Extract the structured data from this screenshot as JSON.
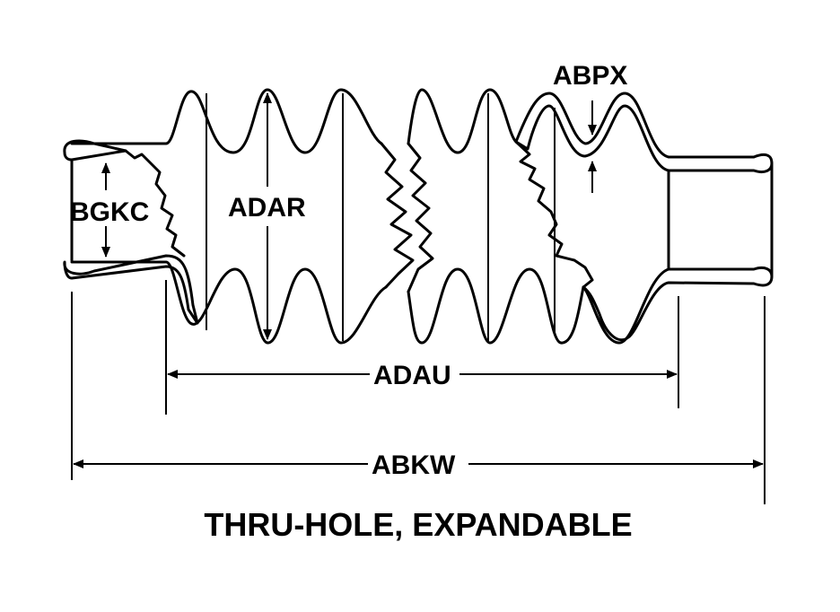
{
  "labels": {
    "bgkc": "BGKC",
    "adar": "ADAR",
    "abpx": "ABPX",
    "adau": "ADAU",
    "abkw": "ABKW"
  },
  "caption": "THRU-HOLE, EXPANDABLE",
  "colors": {
    "ink": "#000000",
    "paper": "#ffffff"
  }
}
